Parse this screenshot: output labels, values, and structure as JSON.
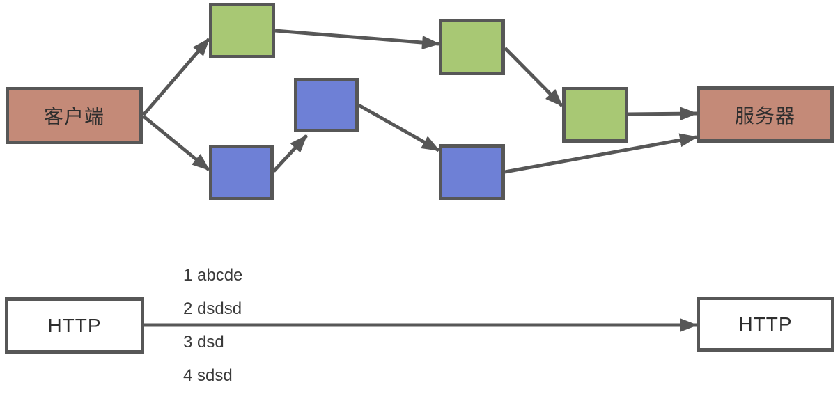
{
  "colors": {
    "salmon": "#c48a78",
    "green": "#a8c874",
    "blue": "#6e80d6",
    "white": "#ffffff",
    "stroke": "#575757",
    "text": "#2e2e2e"
  },
  "nodes": {
    "client": {
      "label": "客户端",
      "fill": "salmon"
    },
    "server": {
      "label": "服务器",
      "fill": "salmon"
    },
    "green1": {
      "label": "",
      "fill": "green"
    },
    "green2": {
      "label": "",
      "fill": "green"
    },
    "green3": {
      "label": "",
      "fill": "green"
    },
    "blue1": {
      "label": "",
      "fill": "blue"
    },
    "blue2": {
      "label": "",
      "fill": "blue"
    },
    "blue3": {
      "label": "",
      "fill": "blue"
    },
    "http_left": {
      "label": "HTTP",
      "fill": "white"
    },
    "http_right": {
      "label": "HTTP",
      "fill": "white"
    }
  },
  "edges": [
    {
      "from": "client",
      "to": "green1"
    },
    {
      "from": "client",
      "to": "blue1"
    },
    {
      "from": "green1",
      "to": "green2"
    },
    {
      "from": "green2",
      "to": "green3"
    },
    {
      "from": "green3",
      "to": "server"
    },
    {
      "from": "blue1",
      "to": "blue2"
    },
    {
      "from": "blue2",
      "to": "blue3"
    },
    {
      "from": "blue3",
      "to": "server"
    },
    {
      "from": "http_left",
      "to": "http_right"
    }
  ],
  "notes": {
    "items": [
      "1 abcde",
      "2 dsdsd",
      "3 dsd",
      "4 sdsd"
    ]
  }
}
